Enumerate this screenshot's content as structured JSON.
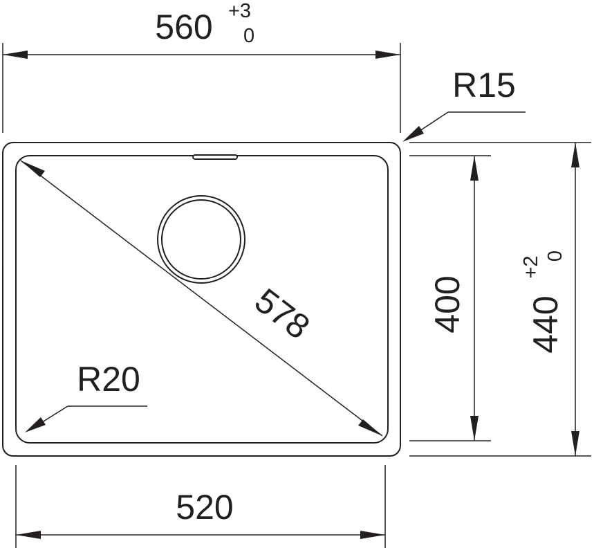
{
  "dimensions": {
    "overall_width": {
      "value": "560",
      "tol_upper": "+3",
      "tol_lower": "0"
    },
    "inner_width": {
      "value": "520"
    },
    "overall_height": {
      "value": "440",
      "tol_upper": "+2",
      "tol_lower": "0"
    },
    "inner_height": {
      "value": "400"
    },
    "diagonal": {
      "value": "578"
    },
    "outer_radius": {
      "value": "R15"
    },
    "inner_radius": {
      "value": "R20"
    }
  },
  "colors": {
    "line": "#231f20",
    "background": "#ffffff"
  }
}
